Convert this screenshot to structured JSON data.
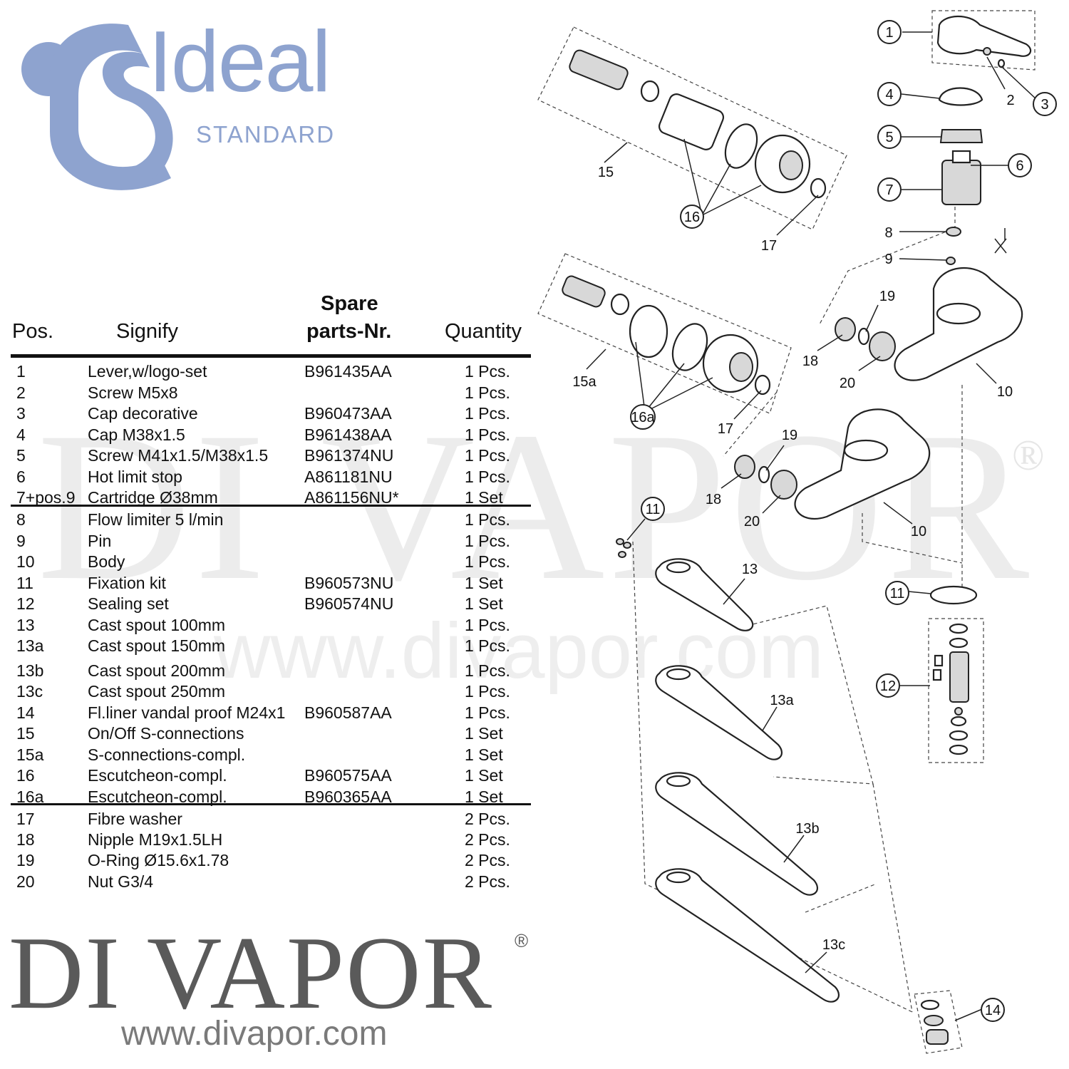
{
  "logo": {
    "word": "Ideal",
    "sub": "STANDARD",
    "color": "#8ea3cf"
  },
  "watermark": {
    "big": "DI VAPOR",
    "reg": "®",
    "url": "www.divapor.com"
  },
  "table": {
    "headers": {
      "pos": "Pos.",
      "signify": "Signify",
      "spare_line1": "Spare",
      "spare_line2": "parts-Nr.",
      "quantity": "Quantity"
    },
    "rows": [
      {
        "pos": "1",
        "signify": "Lever,w/logo-set",
        "spare": "B961435AA",
        "qty": "1 Pcs."
      },
      {
        "pos": "2",
        "signify": "Screw M5x8",
        "spare": "",
        "qty": "1 Pcs."
      },
      {
        "pos": "3",
        "signify": "Cap decorative",
        "spare": "B960473AA",
        "qty": "1 Pcs."
      },
      {
        "pos": "4",
        "signify": "Cap M38x1.5",
        "spare": "B961438AA",
        "qty": "1 Pcs."
      },
      {
        "pos": "5",
        "signify": "Screw M41x1.5/M38x1.5",
        "spare": "B961374NU",
        "qty": "1 Pcs."
      },
      {
        "pos": "6",
        "signify": "Hot limit stop",
        "spare": "A861181NU",
        "qty": "1 Pcs."
      },
      {
        "pos": "7+pos.9",
        "signify": "Cartridge Ø38mm",
        "spare": "A861156NU*",
        "qty": "1 Set"
      },
      {
        "pos": "8",
        "signify": "Flow limiter 5 l/min",
        "spare": "",
        "qty": "1 Pcs."
      },
      {
        "pos": "9",
        "signify": "Pin",
        "spare": "",
        "qty": "1 Pcs."
      },
      {
        "pos": "10",
        "signify": "Body",
        "spare": "",
        "qty": "1 Pcs."
      },
      {
        "pos": "11",
        "signify": "Fixation kit",
        "spare": "B960573NU",
        "qty": "1 Set"
      },
      {
        "pos": "12",
        "signify": "Sealing set",
        "spare": "B960574NU",
        "qty": "1 Set"
      },
      {
        "pos": "13",
        "signify": "Cast spout 100mm",
        "spare": "",
        "qty": "1 Pcs."
      },
      {
        "pos": "13a",
        "signify": "Cast spout 150mm",
        "spare": "",
        "qty": "1 Pcs."
      },
      {
        "pos": "13b",
        "signify": "Cast spout 200mm",
        "spare": "",
        "qty": "1 Pcs."
      },
      {
        "pos": "13c",
        "signify": "Cast spout 250mm",
        "spare": "",
        "qty": "1 Pcs."
      },
      {
        "pos": "14",
        "signify": "Fl.liner vandal proof M24x1",
        "spare": "B960587AA",
        "qty": "1 Pcs."
      },
      {
        "pos": "15",
        "signify": "On/Off S-connections",
        "spare": "",
        "qty": "1 Set"
      },
      {
        "pos": "15a",
        "signify": "S-connections-compl.",
        "spare": "",
        "qty": "1 Set"
      },
      {
        "pos": "16",
        "signify": "Escutcheon-compl.",
        "spare": "B960575AA",
        "qty": "1 Set"
      },
      {
        "pos": "16a",
        "signify": "Escutcheon-compl.",
        "spare": "B960365AA",
        "qty": "1 Set"
      },
      {
        "pos": "17",
        "signify": "Fibre washer",
        "spare": "",
        "qty": "2 Pcs."
      },
      {
        "pos": "18",
        "signify": "Nipple M19x1.5LH",
        "spare": "",
        "qty": "2 Pcs."
      },
      {
        "pos": "19",
        "signify": "O-Ring Ø15.6x1.78",
        "spare": "",
        "qty": "2 Pcs."
      },
      {
        "pos": "20",
        "signify": "Nut G3/4",
        "spare": "",
        "qty": "2 Pcs."
      }
    ]
  },
  "brand": {
    "name": "DI VAPOR",
    "reg": "®",
    "url": "www.divapor.com"
  },
  "diagram": {
    "callouts": [
      "1",
      "2",
      "3",
      "4",
      "5",
      "6",
      "7",
      "8",
      "9",
      "10",
      "11",
      "12",
      "13",
      "13a",
      "13b",
      "13c",
      "14",
      "15",
      "15a",
      "16",
      "16a",
      "17",
      "18",
      "19",
      "20"
    ]
  }
}
